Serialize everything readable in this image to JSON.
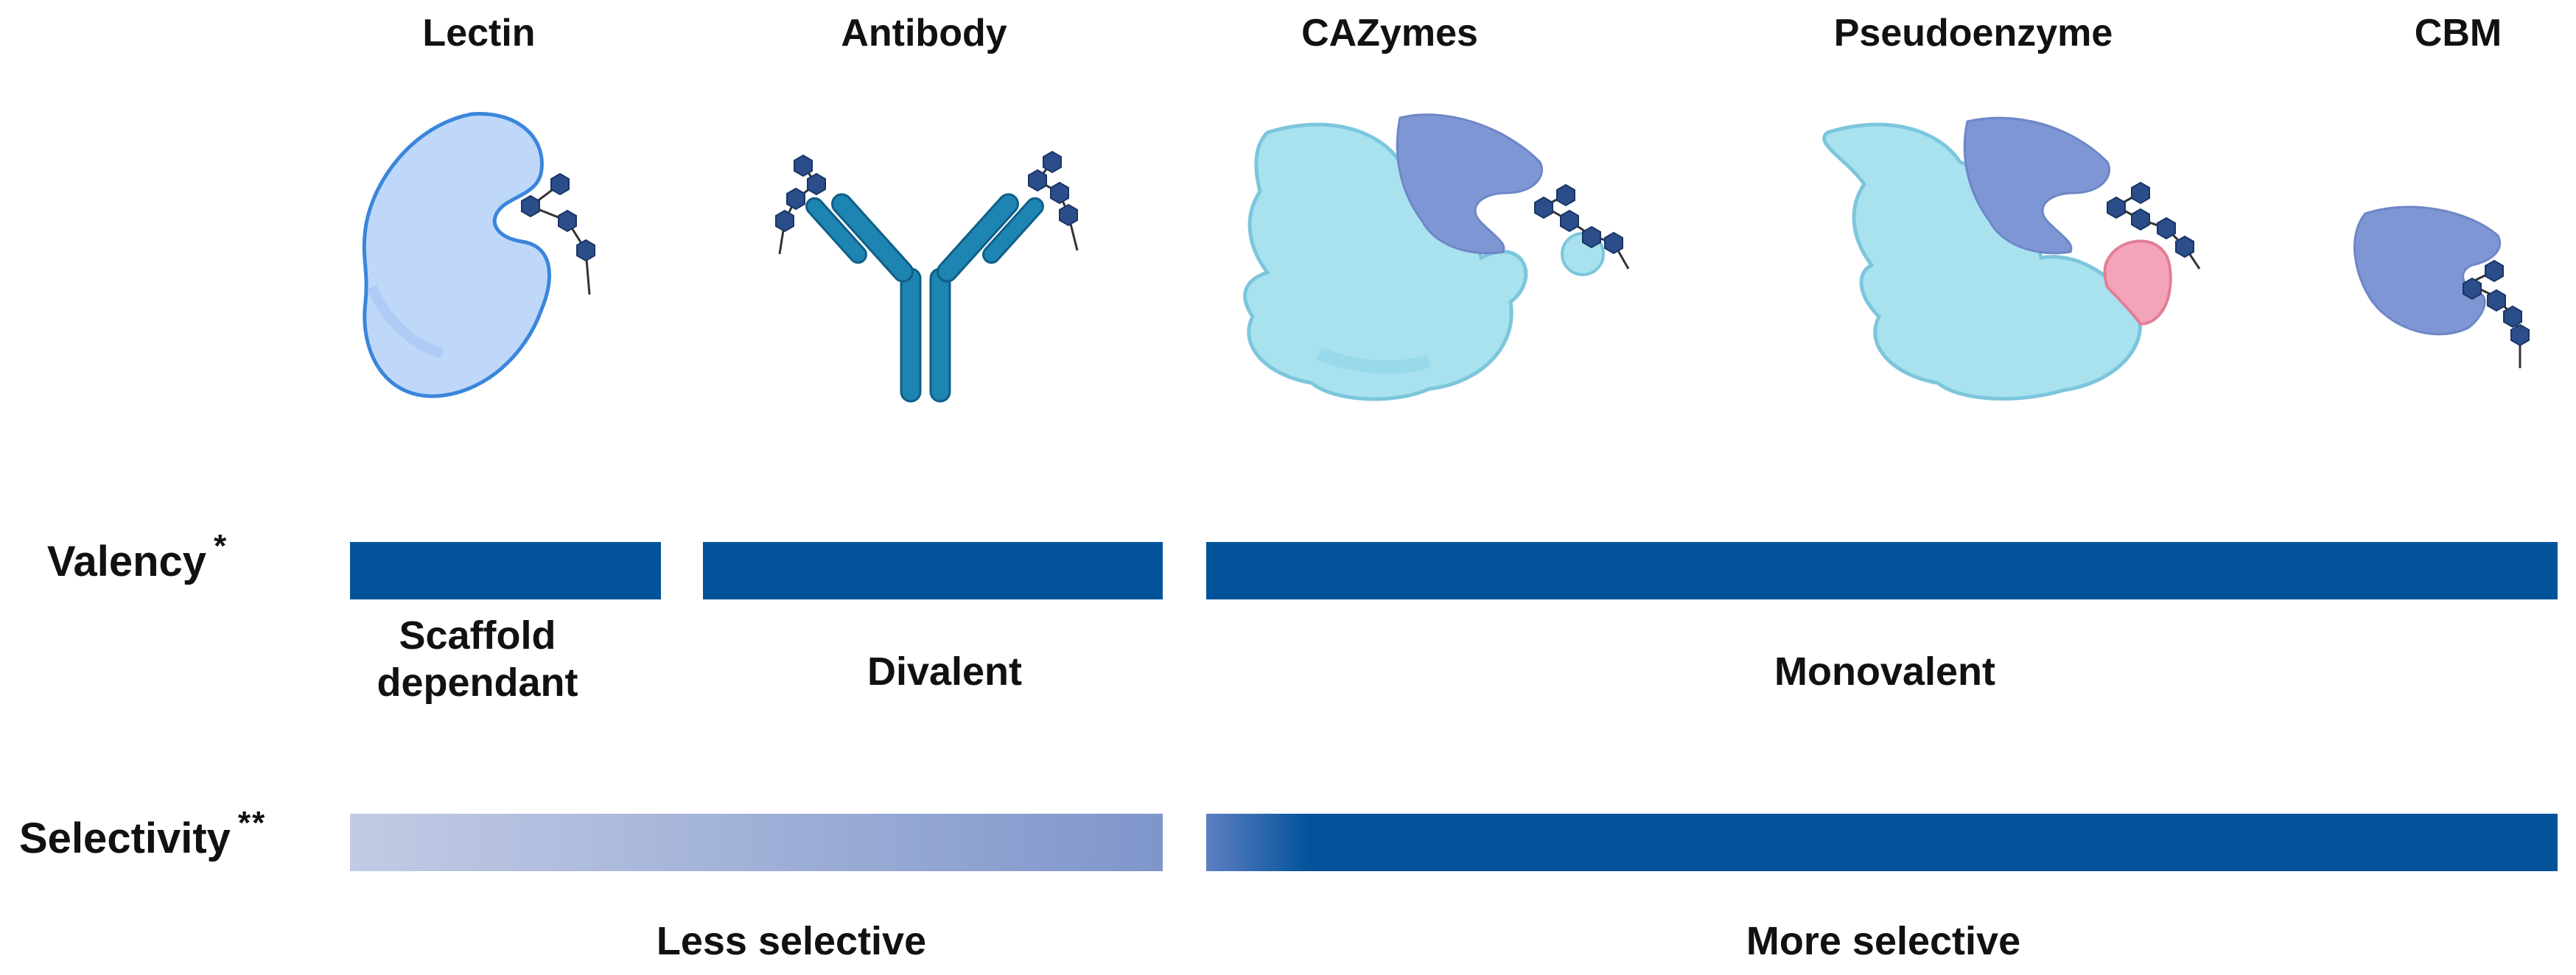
{
  "proteins": {
    "lectin": "Lectin",
    "antibody": "Antibody",
    "cazymes": "CAZymes",
    "pseudoenzyme": "Pseudoenzyme",
    "cbm": "CBM"
  },
  "valency": {
    "label": "Valency",
    "marker": "*",
    "groups": [
      "Scaffold dependant",
      "Divalent",
      "Monovalent"
    ]
  },
  "selectivity": {
    "label": "Selectivity",
    "marker": "**",
    "groups": [
      "Less selective",
      "More selective"
    ]
  },
  "colors": {
    "bar": "#03539B",
    "gradient_start": "#C2CBE4",
    "gradient_end": "#7F96CB",
    "lectin_fill": "#BFD8FA",
    "lectin_stroke": "#3A86DB",
    "antibody": "#1E84B2",
    "enzyme_fill": "#A8E2EF",
    "enzyme_stroke": "#7CC6DD",
    "domain_purple": "#7F96D4",
    "pseudo_pink": "#F4A4B8",
    "glycan": "#2B4E8A"
  }
}
